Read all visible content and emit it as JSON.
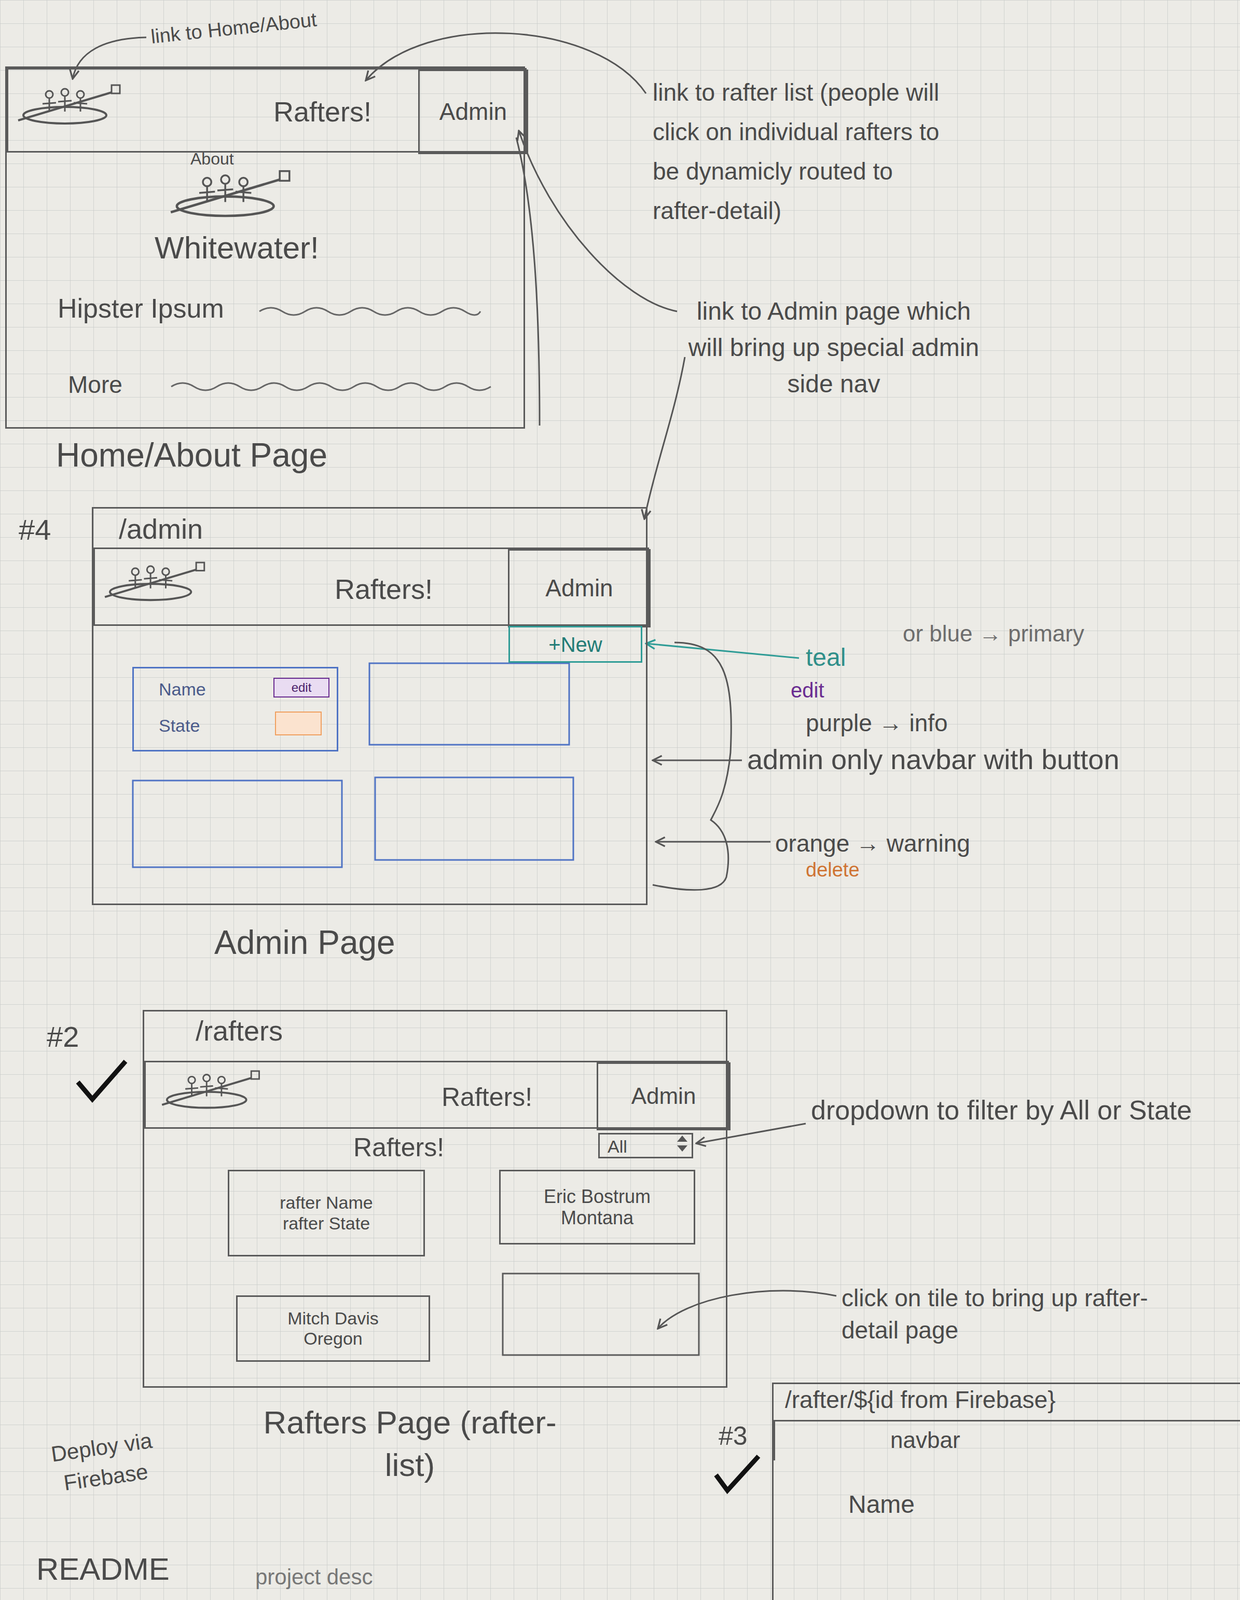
{
  "diagram": {
    "nodes": [
      {
        "text": [
          "About",
          "Whitewater!",
          "Hipster Ipsum",
          "More"
        ]
      },
      {
        "text": [
          "Rafters!"
        ],
        "in": 0
      },
      {
        "text": [
          "Admin"
        ],
        "in": 1
      },
      {
        "text": [
          "/admin"
        ]
      },
      {
        "text": [
          "Rafters!"
        ],
        "in": 3
      },
      {
        "text": [
          "Admin"
        ],
        "in": 4
      },
      {
        "text": [
          "+New"
        ],
        "in": 3
      },
      {
        "text": [
          "Name",
          "State"
        ],
        "in": 3
      },
      {
        "text": [
          "edit"
        ],
        "in": 7
      },
      {
        "text": [
          "/rafters",
          "Rafters!"
        ]
      },
      {
        "text": [
          "Rafters!"
        ],
        "in": 9
      },
      {
        "text": [
          "Admin"
        ],
        "in": 10
      },
      {
        "text": [
          "All"
        ],
        "in": 9
      },
      {
        "text": [
          "rafter Name",
          "rafter State"
        ],
        "in": 9
      },
      {
        "text": [
          "Eric Bostrum",
          "Montana"
        ],
        "in": 9
      },
      {
        "text": [
          "Mitch Davis",
          "Oregon"
        ],
        "in": 9
      },
      {
        "text": [
          "/rafter/${id from Firebase}",
          "Name"
        ]
      },
      {
        "text": [
          "navbar"
        ],
        "in": 16
      }
    ],
    "labels": [
      "link to Home/About",
      "link to rafter list (people will click on individual rafters to be dynamicly routed to rafter-detail)",
      "link to Admin page which will bring up special admin side nav",
      "Home/About Page",
      "#4",
      "or blue → primary",
      "teal",
      "edit",
      "purple → info",
      "admin only navbar with button",
      "orange → warning",
      "delete",
      "Admin Page",
      "#2",
      "dropdown to filter by All or State",
      "click on tile to bring up rafter-detail page",
      "Rafters Page (rafter-list)",
      "#3",
      "Deploy via Firebase",
      "README",
      "project desc"
    ]
  }
}
